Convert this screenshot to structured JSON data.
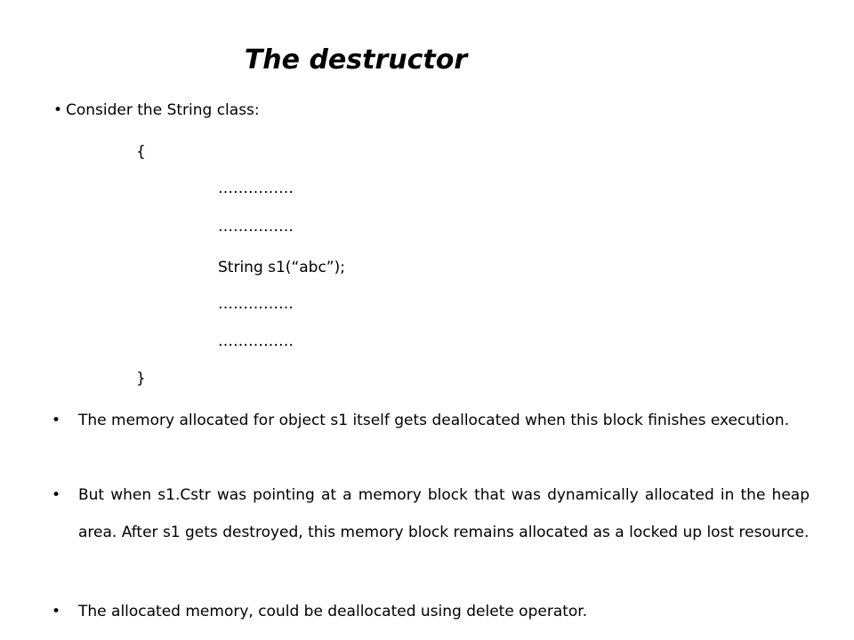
{
  "slide": {
    "title": "The destructor",
    "intro_bullet": "•",
    "intro": "Consider the String class:",
    "code_lines": [
      "{",
      "……………",
      "……………",
      "String s1(“abc”);",
      "……………",
      "……………",
      "}"
    ],
    "bullet_char": "•",
    "bullets": [
      "The memory allocated for object s1 itself gets deallocated when this block finishes execution.",
      "But when s1.Cstr was pointing at a memory block that was dynamically allocated in the heap area.  After s1 gets destroyed, this memory block remains allocated as a locked up lost resource.",
      "The allocated memory, could be deallocated using delete operator."
    ]
  }
}
